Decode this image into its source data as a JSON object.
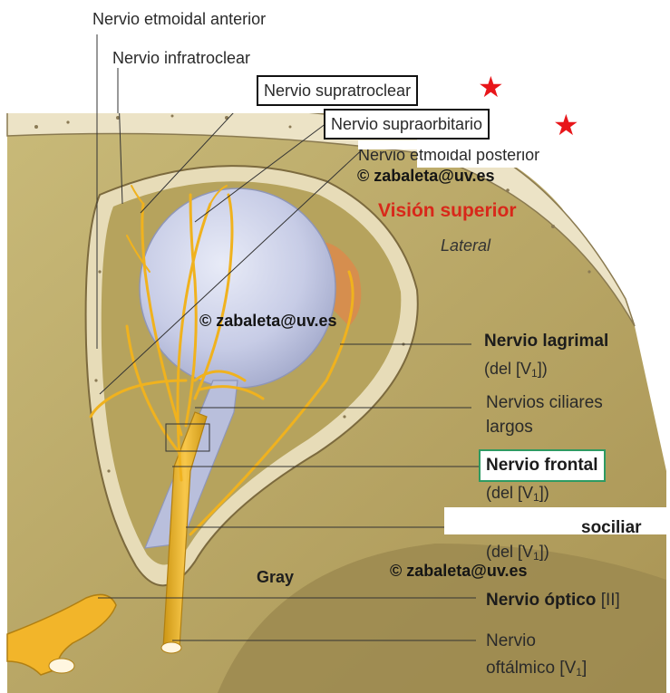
{
  "labels": {
    "etmoidal_anterior": "Nervio etmoidal anterior",
    "infratroclear": "Nervio infratroclear",
    "supratroclear": "Nervio supratroclear",
    "supraorbitario": "Nervio supraorbitario",
    "etmoidal_posterior": "Nervio etmoidal posterior",
    "lagrimal": "Nervio lagrimal",
    "lagrimal_sub_pre": "(del [V",
    "lagrimal_sub_idx": "1",
    "lagrimal_sub_post": "])",
    "ciliares_line1": "Nervios ciliares",
    "ciliares_line2": "largos",
    "frontal": "Nervio frontal",
    "frontal_sub_pre": "(del [V",
    "frontal_sub_idx": "1",
    "frontal_sub_post": "])",
    "nasociliar_visible": "sociliar",
    "nasociliar_sub_pre": "(del [V",
    "nasociliar_sub_idx": "1",
    "nasociliar_sub_post": "])",
    "optico_bold": "Nervio óptico",
    "optico_num": "[II]",
    "oftalmico_line1": "Nervio",
    "oftalmico_line2_pre": "oftálmico [V",
    "oftalmico_line2_idx": "1",
    "oftalmico_line2_post": "]"
  },
  "view": {
    "title": "Visión superior",
    "orientation": "Lateral"
  },
  "watermarks": {
    "top": "© zabaleta@uv.es",
    "middle": "© zabaleta@uv.es",
    "bottom": "© zabaleta@uv.es",
    "gray": "Gray"
  },
  "markers": {
    "star_glyph": "★",
    "star_color": "#e8161a",
    "highlight_color": "#2e9a62"
  },
  "colors": {
    "nerve": "#f0b21e",
    "bone": "#e9dfbf",
    "orbit_fill": "#b8a663",
    "eyeball": "#c9cee6",
    "lacrimal_gland": "#d98c4c"
  }
}
